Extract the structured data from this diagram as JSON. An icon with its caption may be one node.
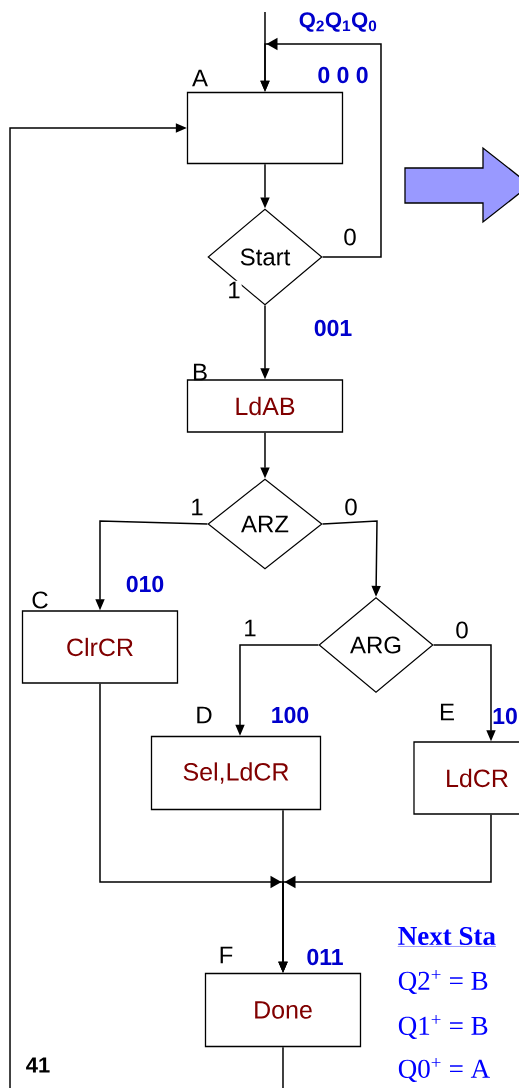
{
  "diagram": {
    "nodes": [
      {
        "text": [],
        "shape": "box",
        "beside": [
          "A",
          "0 0 0"
        ]
      },
      {
        "text": [
          "Start"
        ]
      },
      {
        "text": [
          "LdAB"
        ],
        "beside": [
          "B"
        ]
      },
      {
        "text": [
          "ARZ"
        ]
      },
      {
        "text": [
          "ClrCR"
        ],
        "beside": [
          "C",
          "010"
        ]
      },
      {
        "text": [
          "ARG"
        ]
      },
      {
        "text": [
          "Sel,LdCR"
        ],
        "beside": [
          "D",
          "100"
        ]
      },
      {
        "text": [
          "LdCR"
        ],
        "beside": [
          "E",
          "10"
        ]
      },
      {
        "text": [
          "Done"
        ],
        "beside": [
          "F",
          "011"
        ]
      }
    ],
    "edges": [
      {
        "from": null,
        "to": 0,
        "arrow": "to"
      },
      {
        "from": 0,
        "to": 1,
        "arrow": "to"
      },
      {
        "from": 1,
        "to": 0,
        "arrow": "to",
        "label": "0"
      },
      {
        "from": 1,
        "to": 2,
        "arrow": "to",
        "label": "1"
      },
      {
        "from": 2,
        "to": 3,
        "arrow": "to"
      },
      {
        "from": 3,
        "to": 4,
        "arrow": "to",
        "label": "1"
      },
      {
        "from": 3,
        "to": 5,
        "arrow": "to",
        "label": "0"
      },
      {
        "from": 5,
        "to": 6,
        "arrow": "to",
        "label": "1"
      },
      {
        "from": 5,
        "to": 7,
        "arrow": "to",
        "label": "0"
      },
      {
        "from": 4,
        "to": 8,
        "arrow": "to"
      },
      {
        "from": 6,
        "to": 8,
        "arrow": "to"
      },
      {
        "from": 7,
        "to": 8,
        "arrow": "to"
      },
      {
        "from": 8,
        "to": 0,
        "arrow": "to"
      }
    ],
    "labels": [
      "Q$_{2}$Q$_{1}$Q$_{0}$",
      "001",
      "Next Sta",
      "Q2$^{+}$ = B",
      "Q1$^{+}$ = B",
      "Q0$^{+}$ = A",
      "41"
    ]
  }
}
